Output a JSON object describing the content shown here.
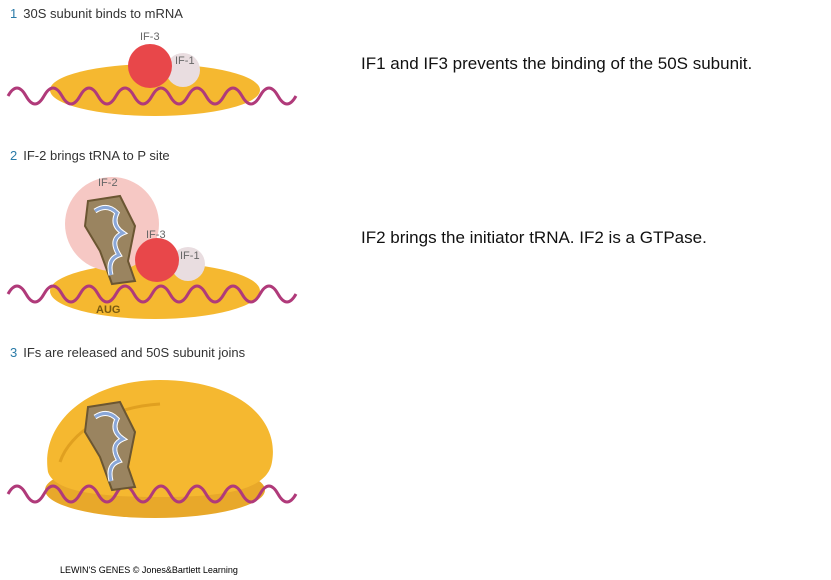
{
  "steps": [
    {
      "num": "1",
      "text": "30S subunit binds to mRNA"
    },
    {
      "num": "2",
      "text": "IF-2 brings tRNA to P site"
    },
    {
      "num": "3",
      "text": "IFs are released and 50S subunit joins"
    }
  ],
  "labels": {
    "if3": "IF-3",
    "if1": "IF-1",
    "if2": "IF-2",
    "aug": "AUG"
  },
  "annotations": {
    "first": "IF1 and IF3 prevents the binding of the 50S subunit.",
    "second": "IF2 brings the initiator tRNA. IF2 is a GTPase."
  },
  "credit": "LEWIN'S GENES © Jones&Bartlett Learning",
  "colors": {
    "ribosome": "#f5b830",
    "rna": "#b03a7a",
    "if3": "#e8474a",
    "if1": "#e9dde0",
    "if2": "#f6c8c4",
    "trna": "#8aa7d8"
  }
}
